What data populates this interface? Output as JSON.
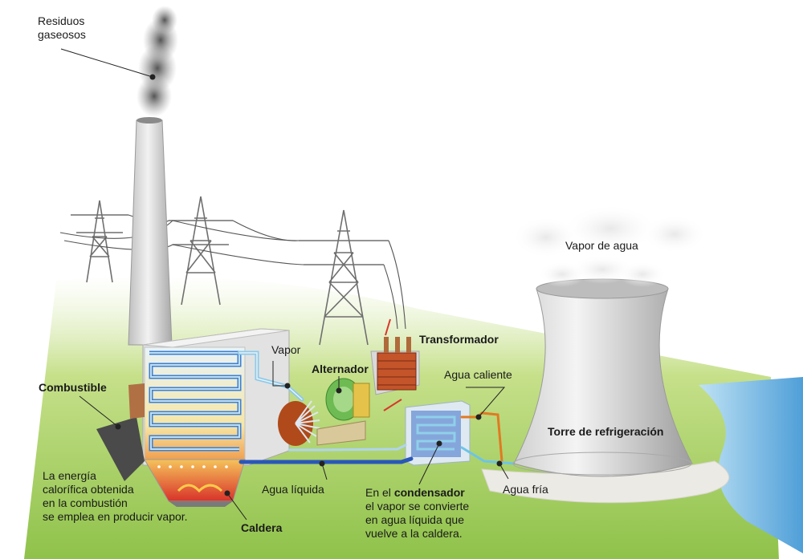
{
  "labels": {
    "residuos_1": "Residuos",
    "residuos_2": "gaseosos",
    "vapor_de_agua": "Vapor de agua",
    "transformador": "Transformador",
    "vapor": "Vapor",
    "alternador": "Alternador",
    "agua_caliente": "Agua caliente",
    "combustible": "Combustible",
    "torre": "Torre de refrigeración",
    "energia_1": "La energía",
    "energia_2": "calorífica obtenida",
    "energia_3": "en la combustión",
    "energia_4": "se emplea en producir vapor.",
    "agua_liquida": "Agua líquida",
    "agua_fria": "Agua fría",
    "cond_1_pre": "En el ",
    "cond_1_bold": "condensador",
    "cond_2": "el vapor se convierte",
    "cond_3": "en agua líquida que",
    "cond_4": "vuelve a la caldera.",
    "caldera": "Caldera"
  },
  "colors": {
    "steam_pipe": "#8ec9e8",
    "liquid_pipe": "#2a57b8",
    "hot_pipe": "#e07a22",
    "cold_pipe": "#6ec4e6",
    "grass": "#a8d05a",
    "water": "#5aaee0",
    "fire": "#e8492a"
  }
}
